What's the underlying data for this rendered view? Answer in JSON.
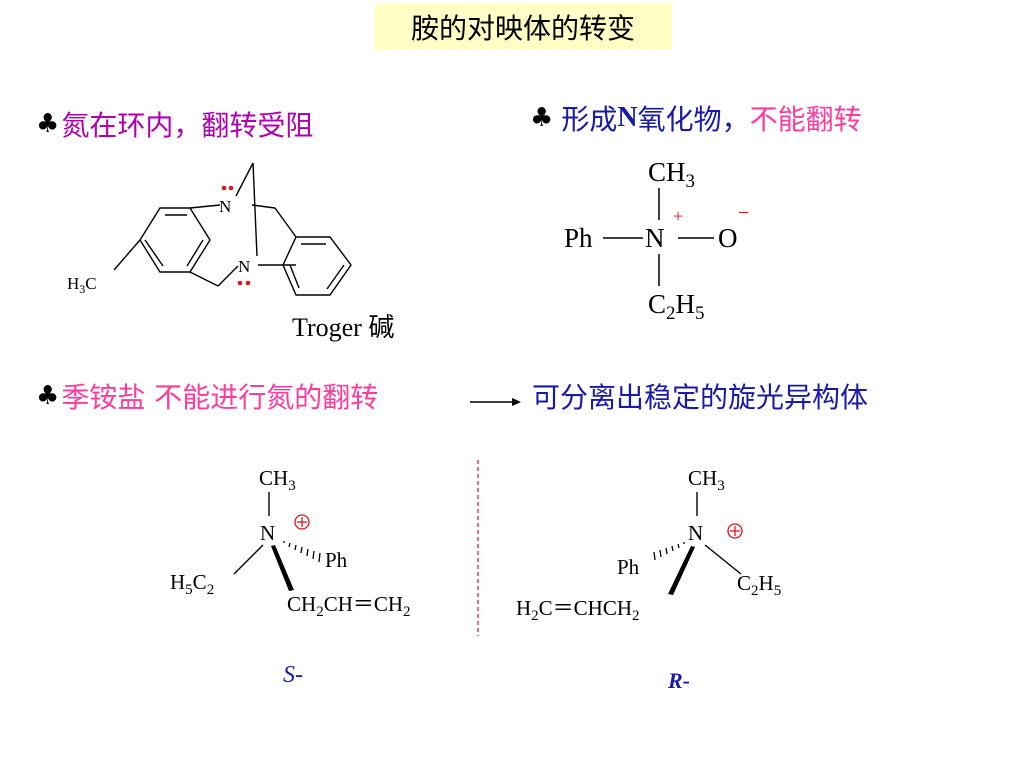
{
  "title": "胺的对映体的转变",
  "bullets": {
    "left_top": {
      "icon": "club",
      "text": "氮在环内，翻转受阻"
    },
    "right_top": {
      "icon": "club",
      "text_prefix": "形成",
      "text_n": "N",
      "text_mid": "氧化物，",
      "text_suffix": "不能翻转"
    },
    "bottom_left": {
      "icon": "club",
      "text": "季铵盐 不能进行氮的翻转"
    },
    "bottom_right": {
      "text": "可分离出稳定的旋光异构体"
    }
  },
  "troger": {
    "label": "Troger 碱",
    "n_top": "N",
    "n_bottom": "N",
    "methyl": "H",
    "methyl_sub": "3",
    "methyl_c": "C"
  },
  "n_oxide": {
    "ch3_c": "CH",
    "ch3_sub": "3",
    "ph": "Ph",
    "n": "N",
    "o": "O",
    "plus": "+",
    "minus": "−",
    "c2h5": [
      "C",
      "2",
      "H",
      "5"
    ]
  },
  "s_isomer": {
    "ch3_c": "CH",
    "ch3_sub": "3",
    "n": "N",
    "ph": "Ph",
    "ethyl": [
      "H",
      "5",
      "C",
      "2"
    ],
    "allyl": [
      "CH",
      "2",
      "CH＝CH",
      "2"
    ],
    "label": "S-"
  },
  "r_isomer": {
    "ch3_c": "CH",
    "ch3_sub": "3",
    "n": "N",
    "ph": "Ph",
    "ethyl": [
      "C",
      "2",
      "H",
      "5"
    ],
    "allyl": [
      "H",
      "2",
      "C＝CHCH",
      "2"
    ],
    "label": "R-"
  },
  "colors": {
    "title_bg": "#ffffc6",
    "magenta": "#b000b0",
    "pink": "#ff3c9c",
    "blue": "#1a1aa8",
    "red": "#e0141e",
    "divider": "#e0141e"
  }
}
